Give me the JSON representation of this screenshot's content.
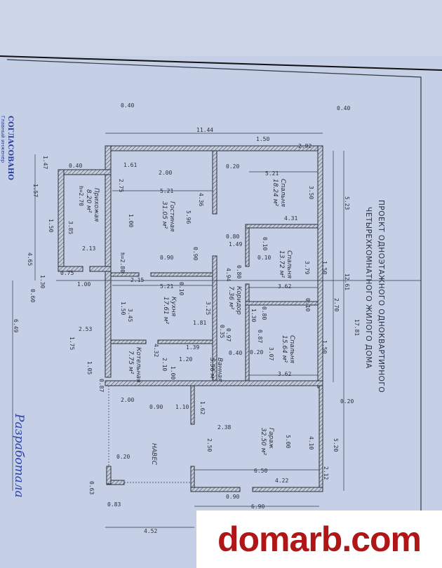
{
  "title": {
    "line1": "ПРОЕКТ ОДНОЭТАЖНОГО ОДНОКВАРТИРНОГО",
    "line2": "ЧЕТЫРЕХКОМНАТНОГО ЖИЛОГО ДОМА"
  },
  "stamp": {
    "line1": "СОГЛАСОВАНО",
    "line2": "Главный инженер"
  },
  "handwriting": "Разработала",
  "rooms": [
    {
      "name": "Прихожая",
      "area": "8.20 м²",
      "height": "h=2.70"
    },
    {
      "name": "Гостиная",
      "area": "31.05 м²"
    },
    {
      "name": "Кухня",
      "area": "17.61 м²"
    },
    {
      "name": "Котельная",
      "area": "7.75 м²"
    },
    {
      "name": "Ванная",
      "area": "5.96 м²"
    },
    {
      "name": "Коридор",
      "area": "7.36 м²"
    },
    {
      "name": "Спальня",
      "area": "18.24 м²"
    },
    {
      "name": "Спальня",
      "area": "13.72 м²"
    },
    {
      "name": "Спальня",
      "area": "15.64 м²"
    },
    {
      "name": "Гараж",
      "area": "32.50 м²"
    },
    {
      "name": "НАВЕС"
    }
  ],
  "ceiling_height": "h=2.80",
  "dims": [
    "0.40",
    "11.44",
    "1.50",
    "2.92",
    "0.40",
    "1.47",
    "0.40",
    "1.61",
    "2.00",
    "0.20",
    "5.21",
    "3.50",
    "5.23",
    "1.57",
    "2.75",
    "5.21",
    "4.36",
    "5.96",
    "4.31",
    "1.50",
    "3.85",
    "1.00",
    "0.80",
    "1.49",
    "0.10",
    "0.10",
    "3.79",
    "12.61",
    "4.65",
    "2.13",
    "0.90",
    "0.90",
    "0.75",
    "1.30",
    "1.00",
    "2.15",
    "5.21",
    "0.10",
    "3.62",
    "1.50",
    "0.60",
    "1.50",
    "3.45",
    "3.25",
    "4.94",
    "1.30",
    "0.80",
    "0.80",
    "2.70",
    "17.81",
    "6.49",
    "2.53",
    "1.81",
    "0.35",
    "0.97",
    "0.87",
    "0.10",
    "1.75",
    "4.32",
    "2.10",
    "0.40",
    "0.20",
    "3.07",
    "1.50",
    "1.05",
    "1.20",
    "1.39",
    "1.00",
    "3.62",
    "0.87",
    "2.00",
    "0.90",
    "1.10",
    "1.62",
    "0.20",
    "2.38",
    "2.50",
    "5.00",
    "4.10",
    "5.20",
    "2.12",
    "0.20",
    "6.50",
    "4.22",
    "0.63",
    "0.83",
    "0.90",
    "6.90",
    "4.52"
  ],
  "watermark": "domarb.com"
}
